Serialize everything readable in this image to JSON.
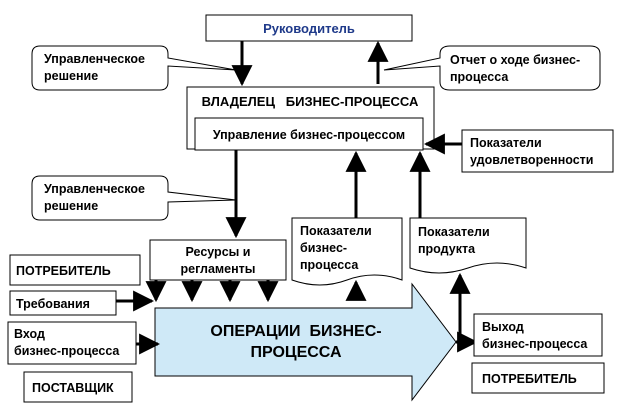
{
  "diagram": {
    "leader": "Руководитель",
    "decision_top": [
      "Управленческое",
      "решение"
    ],
    "report": [
      "Отчет о ходе бизнес-",
      "процесса"
    ],
    "owner": "ВЛАДЕЛЕЦ   БИЗНЕС-ПРОЦЕССА",
    "management": "Управление бизнес-процессом",
    "satisfaction": [
      "Показатели",
      "удовлетворенности"
    ],
    "decision_mid": [
      "Управленческое",
      "решение"
    ],
    "resources": [
      "Ресурсы и",
      "регламенты"
    ],
    "process_indicators": [
      "Показатели",
      "бизнес-",
      "процесса"
    ],
    "product_indicators": [
      "Показатели",
      "продукта"
    ],
    "consumer_left": "ПОТРЕБИТЕЛЬ",
    "requirements": "Требования",
    "input": [
      "Вход",
      "бизнес-процесса"
    ],
    "operations": [
      "ОПЕРАЦИИ  БИЗНЕС-",
      "ПРОЦЕССА"
    ],
    "output": [
      "Выход",
      "бизнес-процесса"
    ],
    "consumer_right": "ПОТРЕБИТЕЛЬ",
    "supplier": "ПОСТАВЩИК"
  },
  "colors": {
    "operations_fill": "#cfe9f7",
    "leader_text": "#1f3a8a"
  }
}
